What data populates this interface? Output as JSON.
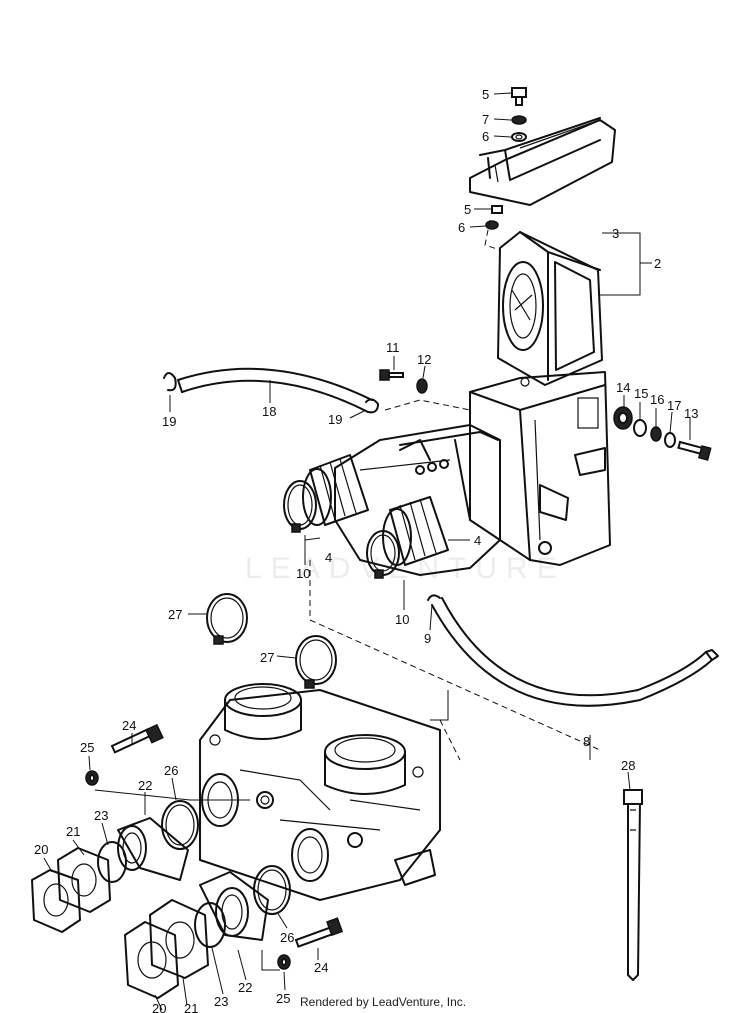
{
  "watermark": "LEADVENTURE",
  "credit": "Rendered by LeadVenture, Inc.",
  "callouts": {
    "c2": "2",
    "c3": "3",
    "c4a": "4",
    "c4b": "4",
    "c5a": "5",
    "c5b": "5",
    "c6a": "6",
    "c6b": "6",
    "c7": "7",
    "c8": "8",
    "c9": "9",
    "c10a": "10",
    "c10b": "10",
    "c11": "11",
    "c12": "12",
    "c13": "13",
    "c14": "14",
    "c15": "15",
    "c16": "16",
    "c17": "17",
    "c18": "18",
    "c19a": "19",
    "c19b": "19",
    "c20a": "20",
    "c20b": "20",
    "c21a": "21",
    "c21b": "21",
    "c22a": "22",
    "c22b": "22",
    "c23a": "23",
    "c23b": "23",
    "c24a": "24",
    "c24b": "24",
    "c25a": "25",
    "c25b": "25",
    "c26a": "26",
    "c26b": "26",
    "c27a": "27",
    "c27b": "27",
    "c28": "28"
  }
}
